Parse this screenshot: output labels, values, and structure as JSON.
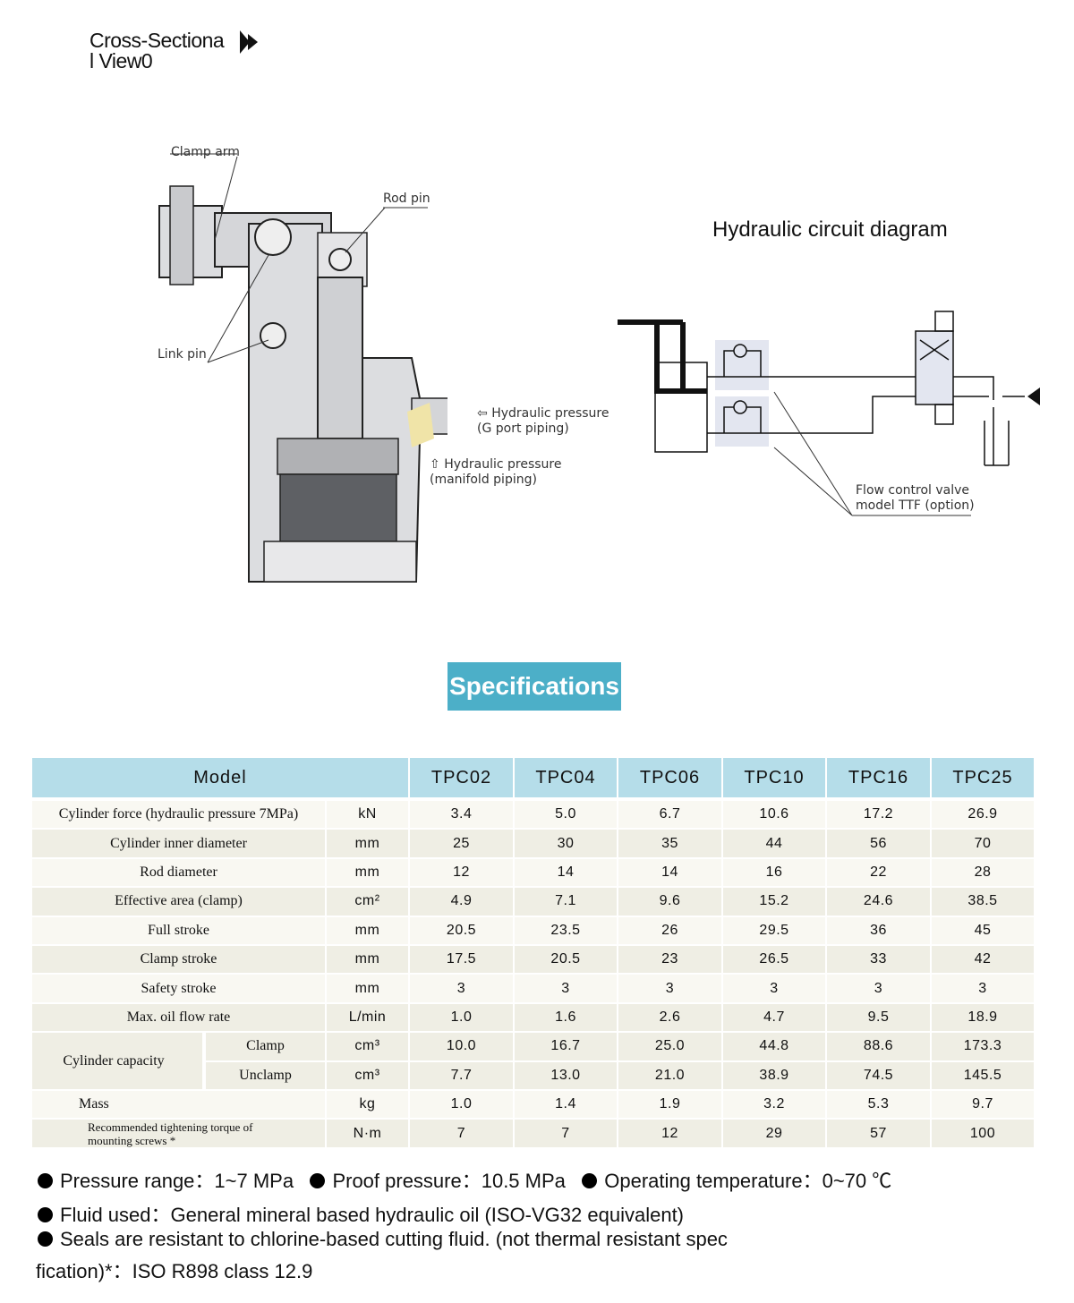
{
  "header": {
    "title_line1": "Cross-Sectiona",
    "title_line2": "l  View0"
  },
  "cross_section": {
    "labels": {
      "clamp_arm": "Clamp arm",
      "rod_pin": "Rod pin",
      "link_pin": "Link pin",
      "g_port_1": "Hydraulic pressure",
      "g_port_2": "(G port piping)",
      "manifold_1": "Hydraulic pressure",
      "manifold_2": "(manifold piping)"
    }
  },
  "circuit": {
    "title": "Hydraulic circuit diagram",
    "label_line1": "Flow control valve",
    "label_line2": "model TTF (option)"
  },
  "specs_button": "Specifications",
  "table": {
    "model_header": "Model",
    "models": [
      "TPC02",
      "TPC04",
      "TPC06",
      "TPC10",
      "TPC16",
      "TPC25"
    ],
    "rows": [
      {
        "label": "Cylinder force (hydraulic pressure 7MPa)",
        "unit": "kN",
        "values": [
          "3.4",
          "5.0",
          "6.7",
          "10.6",
          "17.2",
          "26.9"
        ]
      },
      {
        "label": "Cylinder inner diameter",
        "unit": "mm",
        "values": [
          "25",
          "30",
          "35",
          "44",
          "56",
          "70"
        ]
      },
      {
        "label": "Rod diameter",
        "unit": "mm",
        "values": [
          "12",
          "14",
          "14",
          "16",
          "22",
          "28"
        ]
      },
      {
        "label": "Effective area (clamp)",
        "unit": "cm²",
        "values": [
          "4.9",
          "7.1",
          "9.6",
          "15.2",
          "24.6",
          "38.5"
        ]
      },
      {
        "label": "Full stroke",
        "unit": "mm",
        "values": [
          "20.5",
          "23.5",
          "26",
          "29.5",
          "36",
          "45"
        ]
      },
      {
        "label": "Clamp stroke",
        "unit": "mm",
        "values": [
          "17.5",
          "20.5",
          "23",
          "26.5",
          "33",
          "42"
        ]
      },
      {
        "label": "Safety stroke",
        "unit": "mm",
        "values": [
          "3",
          "3",
          "3",
          "3",
          "3",
          "3"
        ]
      },
      {
        "label": "Max. oil flow rate",
        "unit": "L/min",
        "values": [
          "1.0",
          "1.6",
          "2.6",
          "4.7",
          "9.5",
          "18.9"
        ]
      },
      {
        "label": "Clamp",
        "unit": "cm³",
        "values": [
          "10.0",
          "16.7",
          "25.0",
          "44.8",
          "88.6",
          "173.3"
        ]
      },
      {
        "label": "Unclamp",
        "unit": "cm³",
        "values": [
          "7.7",
          "13.0",
          "21.0",
          "38.9",
          "74.5",
          "145.5"
        ]
      },
      {
        "label": "Mass",
        "unit": "kg",
        "values": [
          "1.0",
          "1.4",
          "1.9",
          "3.2",
          "5.3",
          "9.7"
        ]
      },
      {
        "label": "Recommended tightening torque of mounting screws *",
        "unit": "N·m",
        "values": [
          "7",
          "7",
          "12",
          "29",
          "57",
          "100"
        ]
      }
    ],
    "group_label": "Cylinder capacity"
  },
  "notes": {
    "pressure": "Pressure range：1~7 MPa",
    "proof": "Proof pressure：10.5 MPa",
    "temp": "Operating temperature：0~70 ℃",
    "fluid": "Fluid used：General mineral based hydraulic oil (ISO-VG32 equivalent)",
    "seals_1": "Seals are resistant to chlorine-based cutting fluid. (not thermal resistant spec",
    "seals_2": "fication)*：ISO R898 class 12.9"
  }
}
